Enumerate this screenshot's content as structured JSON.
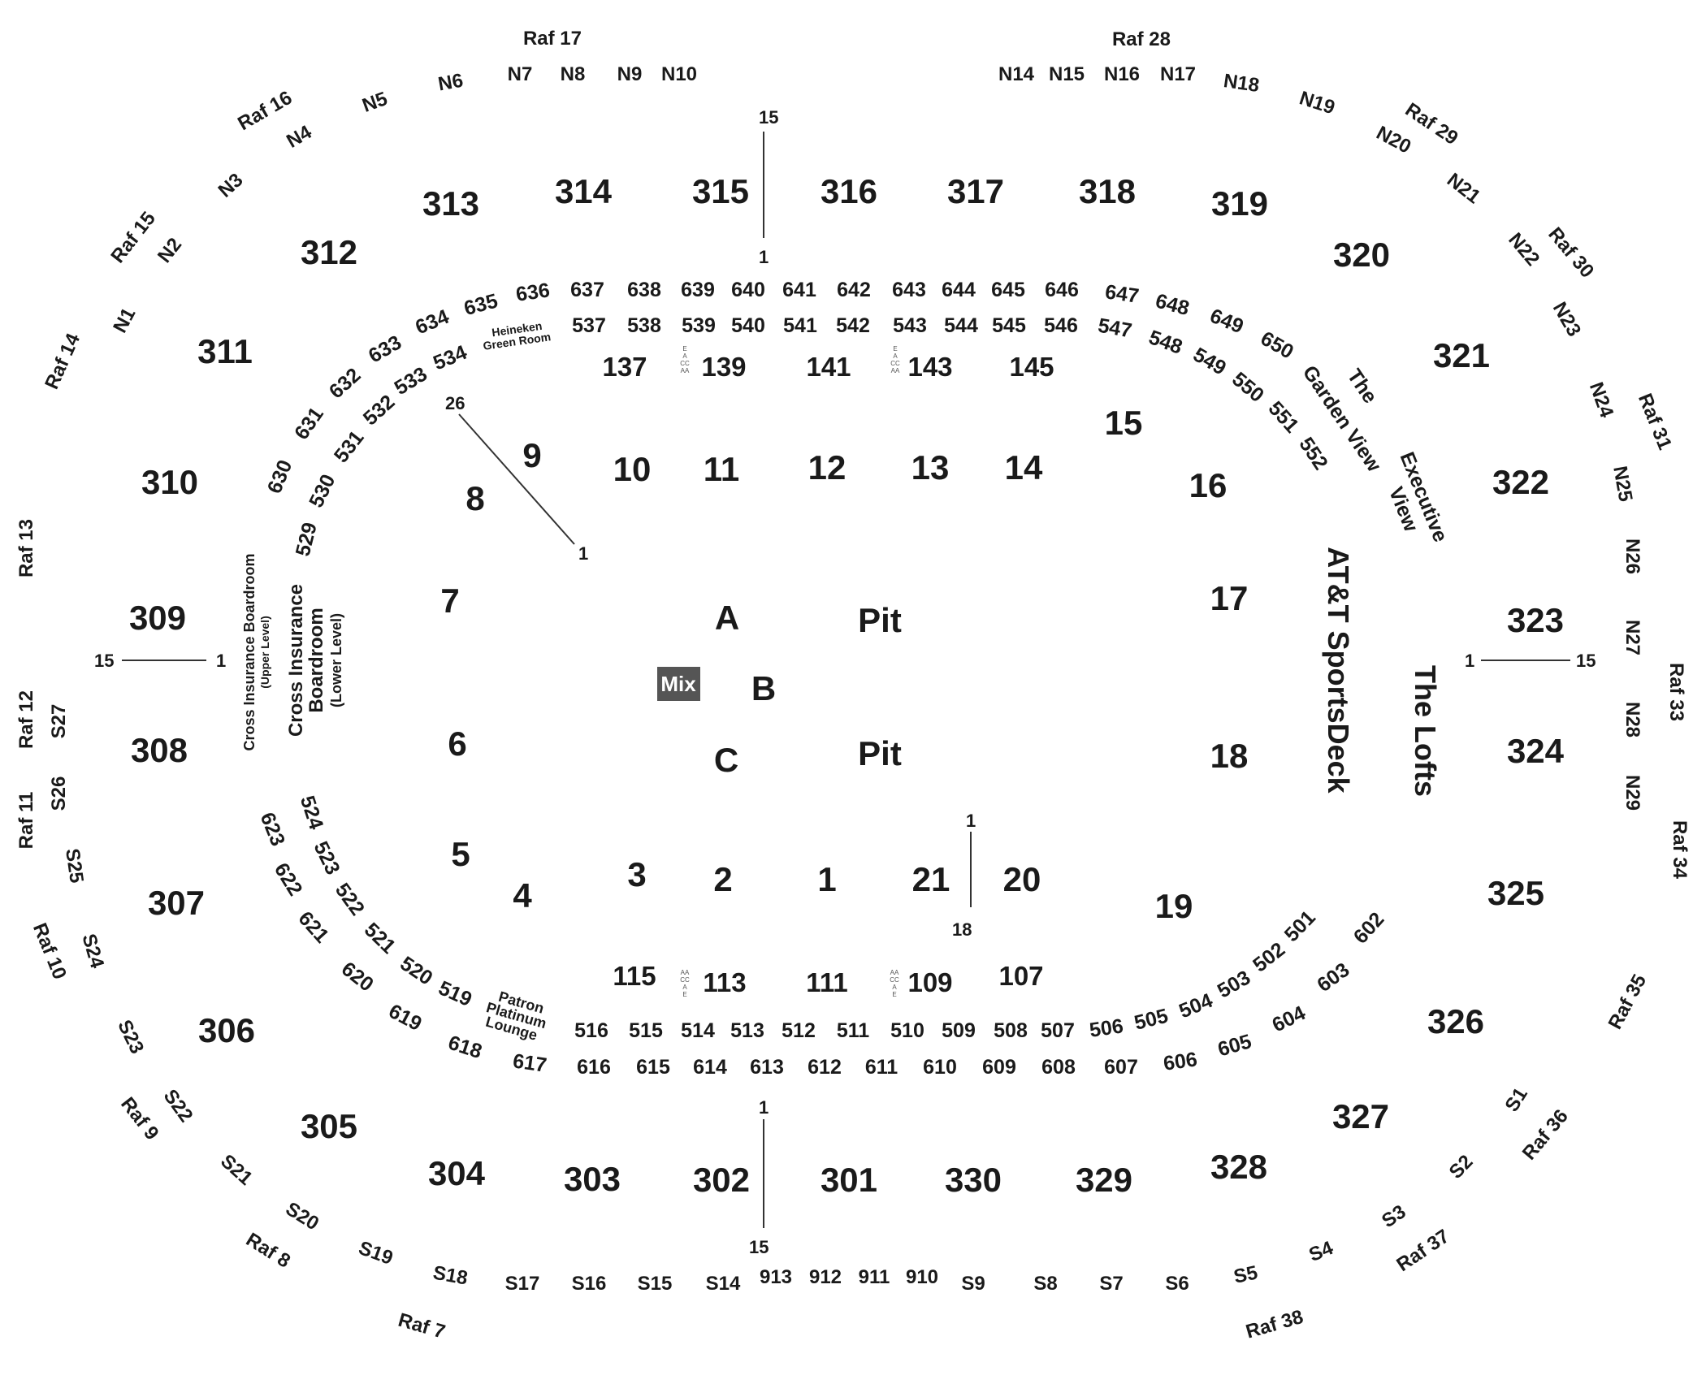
{
  "sections_300": [
    "313",
    "314",
    "315",
    "316",
    "317",
    "318",
    "319",
    "312",
    "320",
    "311",
    "321",
    "310",
    "322",
    "309",
    "323",
    "308",
    "324",
    "307",
    "325",
    "306",
    "326",
    "305",
    "327",
    "304",
    "303",
    "302",
    "301",
    "330",
    "329",
    "328"
  ],
  "sections_600": [
    "637",
    "638",
    "639",
    "640",
    "641",
    "642",
    "643",
    "644",
    "645",
    "646",
    "636",
    "635",
    "634",
    "633",
    "632",
    "631",
    "630",
    "647",
    "648",
    "649",
    "650",
    "623",
    "622",
    "621",
    "620",
    "619",
    "618",
    "617",
    "616",
    "615",
    "614",
    "613",
    "612",
    "611",
    "610",
    "609",
    "608",
    "607",
    "606",
    "605",
    "604",
    "603",
    "602"
  ],
  "sections_500": [
    "537",
    "538",
    "539",
    "540",
    "541",
    "542",
    "543",
    "544",
    "545",
    "546",
    "534",
    "533",
    "532",
    "531",
    "530",
    "529",
    "547",
    "548",
    "549",
    "550",
    "551",
    "552",
    "524",
    "523",
    "522",
    "521",
    "520",
    "519",
    "516",
    "515",
    "514",
    "513",
    "512",
    "511",
    "510",
    "509",
    "508",
    "507",
    "506",
    "505",
    "504",
    "503",
    "502",
    "501"
  ],
  "sections_100": [
    "137",
    "139",
    "141",
    "143",
    "145",
    "115",
    "113",
    "111",
    "109",
    "107"
  ],
  "floor": [
    "9",
    "10",
    "11",
    "12",
    "13",
    "14",
    "15",
    "8",
    "16",
    "7",
    "17",
    "6",
    "18",
    "5",
    "4",
    "3",
    "2",
    "1",
    "21",
    "20",
    "19",
    "A",
    "B",
    "C",
    "Pit",
    "Pit"
  ],
  "loge_north": [
    "N1",
    "N2",
    "N3",
    "N4",
    "N5",
    "N6",
    "N7",
    "N8",
    "N9",
    "N10",
    "N14",
    "N15",
    "N16",
    "N17",
    "N18",
    "N19",
    "N20",
    "N21",
    "N22",
    "N23",
    "N24",
    "N25",
    "N26",
    "N27",
    "N28",
    "N29"
  ],
  "loge_south": [
    "S1",
    "S2",
    "S3",
    "S4",
    "S5",
    "S6",
    "S7",
    "S8",
    "S9",
    "910",
    "911",
    "912",
    "913",
    "S14",
    "S15",
    "S16",
    "S17",
    "S18",
    "S19",
    "S20",
    "S21",
    "S22",
    "S23",
    "S24",
    "S25",
    "S26",
    "S27"
  ],
  "rafters": [
    "Raf 7",
    "Raf 8",
    "Raf 9",
    "Raf 10",
    "Raf 11",
    "Raf 12",
    "Raf 13",
    "Raf 14",
    "Raf 15",
    "Raf 16",
    "Raf 17",
    "Raf 28",
    "Raf 29",
    "Raf 30",
    "Raf 31",
    "Raf 33",
    "Raf 34",
    "Raf 35",
    "Raf 36",
    "Raf 37",
    "Raf 38"
  ],
  "venues": {
    "sportsdeck": "AT&T SportsDeck",
    "lofts": "The Lofts",
    "garden_view": [
      "The",
      "Garden View"
    ],
    "executive_view": [
      "Executive",
      "View"
    ],
    "heineken": [
      "Heineken",
      "Green Room"
    ],
    "patron": [
      "Patron",
      "Platinum",
      "Lounge"
    ],
    "cross_upper": "Cross Insurance Boardroom",
    "cross_upper_note": "(Upper Level)",
    "cross_lower_1": "Cross Insurance",
    "cross_lower_2": "Boardroom",
    "cross_lower_note": "(Lower Level)",
    "mix": "Mix"
  },
  "row_markers": [
    "15",
    "1",
    "26",
    "1",
    "15",
    "1",
    "1",
    "15",
    "1",
    "18",
    "1",
    "15"
  ],
  "accessibility_marks": [
    "E",
    "A",
    "CC",
    "AA",
    "AA",
    "CC",
    "A",
    "E"
  ],
  "colors": {
    "text": "#1a1a1a",
    "line": "#333333",
    "mix_bg": "#555555",
    "mix_text": "#ffffff",
    "background": "#ffffff"
  }
}
